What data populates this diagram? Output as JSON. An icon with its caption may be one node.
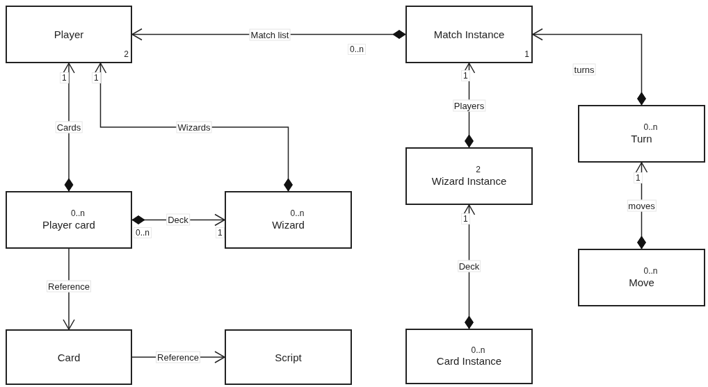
{
  "diagram": {
    "nodes": [
      {
        "text": [
          "Player",
          "2"
        ]
      },
      {
        "text": [
          "Match Instance",
          "1"
        ]
      },
      {
        "text": [
          "0..n",
          "Turn"
        ]
      },
      {
        "text": [
          "2",
          "Wizard Instance"
        ]
      },
      {
        "text": [
          "0..n",
          "Player card"
        ]
      },
      {
        "text": [
          "0..n",
          "Wizard"
        ]
      },
      {
        "text": [
          "0..n",
          "Move"
        ]
      },
      {
        "text": [
          "Card"
        ]
      },
      {
        "text": [
          "Script"
        ]
      },
      {
        "text": [
          "0..n",
          "Card Instance"
        ]
      }
    ],
    "edges": [
      {
        "from": 1,
        "to": 0,
        "arrow": "to",
        "label": "Match list"
      },
      {
        "from": 4,
        "to": 0,
        "arrow": "to",
        "label": "Cards"
      },
      {
        "from": 5,
        "to": 0,
        "arrow": "to",
        "label": "Wizards"
      },
      {
        "from": 4,
        "to": 5,
        "arrow": "to",
        "label": "Deck"
      },
      {
        "from": 3,
        "to": 1,
        "arrow": "to",
        "label": "Players"
      },
      {
        "from": 2,
        "to": 1,
        "arrow": "to",
        "label": "turns"
      },
      {
        "from": 6,
        "to": 2,
        "arrow": "to",
        "label": "moves"
      },
      {
        "from": 9,
        "to": 3,
        "arrow": "to",
        "label": "Deck"
      },
      {
        "from": 4,
        "to": 7,
        "arrow": "to",
        "label": "Reference"
      },
      {
        "from": 7,
        "to": 8,
        "arrow": "to",
        "label": "Reference"
      }
    ],
    "labels": [
      "0..n",
      "1",
      "1",
      "1",
      "1",
      "1",
      "0..n",
      "1"
    ]
  }
}
